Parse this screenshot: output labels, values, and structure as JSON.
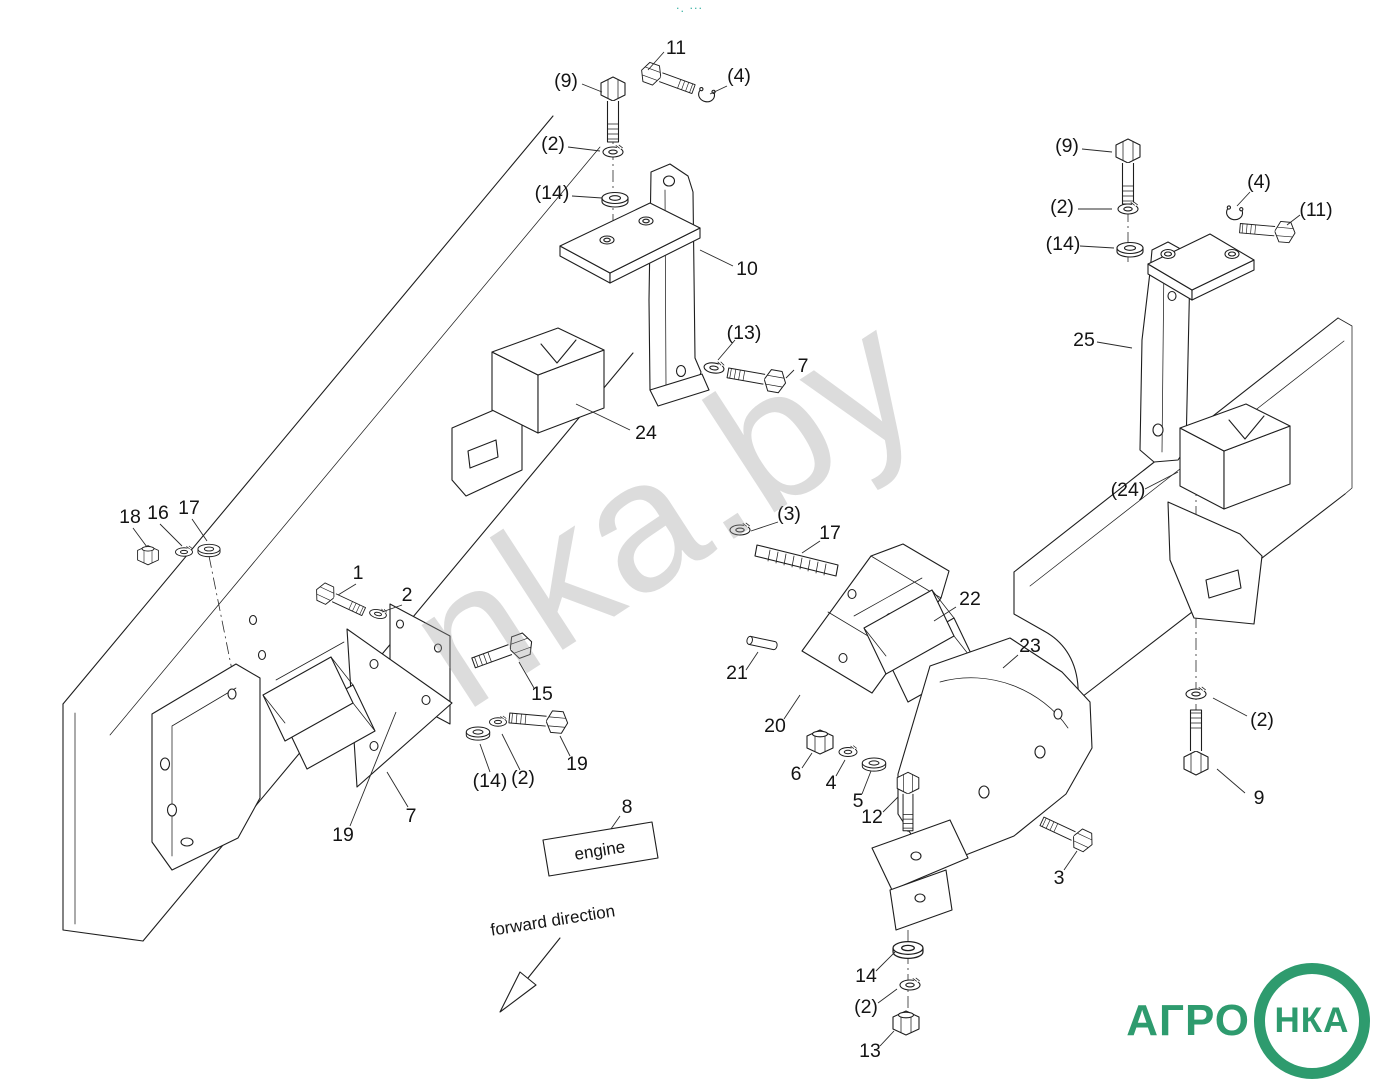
{
  "drawing": {
    "background": "#ffffff",
    "stroke_color": "#1e1e1e"
  },
  "watermark": {
    "text": "nka.by"
  },
  "logo": {
    "word": "АГРО",
    "badge": "НКА",
    "color": "#2e9b6e"
  },
  "notes": {
    "engine": "engine",
    "forward_direction": "forward direction",
    "top_marks": "·.  ···"
  },
  "callouts": {
    "n11": "11",
    "p9a": "(9)",
    "p4a": "(4)",
    "p2a": "(2)",
    "p14a": "(14)",
    "n10": "10",
    "p13": "(13)",
    "n7a": "7",
    "n24": "24",
    "n18": "18",
    "n16": "16",
    "n17a": "17",
    "n1": "1",
    "n2": "2",
    "n15": "15",
    "p14b": "(14)",
    "p2b": "(2)",
    "n19a": "19",
    "n19b": "19",
    "n7b": "7",
    "n8": "8",
    "p3": "(3)",
    "n17b": "17",
    "n22": "22",
    "n23": "23",
    "n21": "21",
    "n20": "20",
    "n6": "6",
    "n4": "4",
    "n5": "5",
    "n12": "12",
    "n3": "3",
    "n14c": "14",
    "p2c": "(2)",
    "n13": "13",
    "p9b": "(9)",
    "p2d": "(2)",
    "p14d": "(14)",
    "p4b": "(4)",
    "p11b": "(11)",
    "n25": "25",
    "p24b": "(24)",
    "p2e": "(2)",
    "n9c": "9"
  }
}
